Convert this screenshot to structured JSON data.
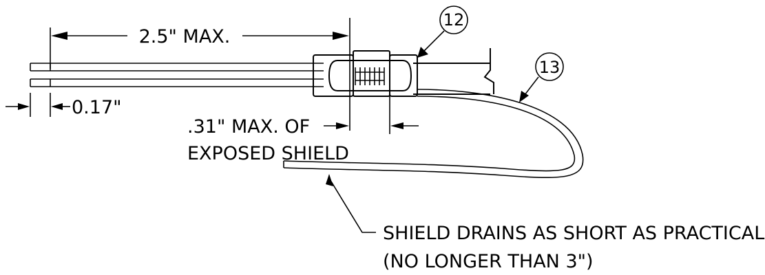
{
  "dimensions": {
    "overall_length": "2.5\" MAX.",
    "strip_length": "0.17\""
  },
  "callouts": {
    "item_a": "12",
    "item_b": "13"
  },
  "notes": {
    "exposed_shield_line1": ".31\" MAX. OF",
    "exposed_shield_line2": "EXPOSED SHIELD",
    "drain_line1": "SHIELD DRAINS AS SHORT AS PRACTICAL",
    "drain_line2": "(NO LONGER THAN 3\")"
  }
}
